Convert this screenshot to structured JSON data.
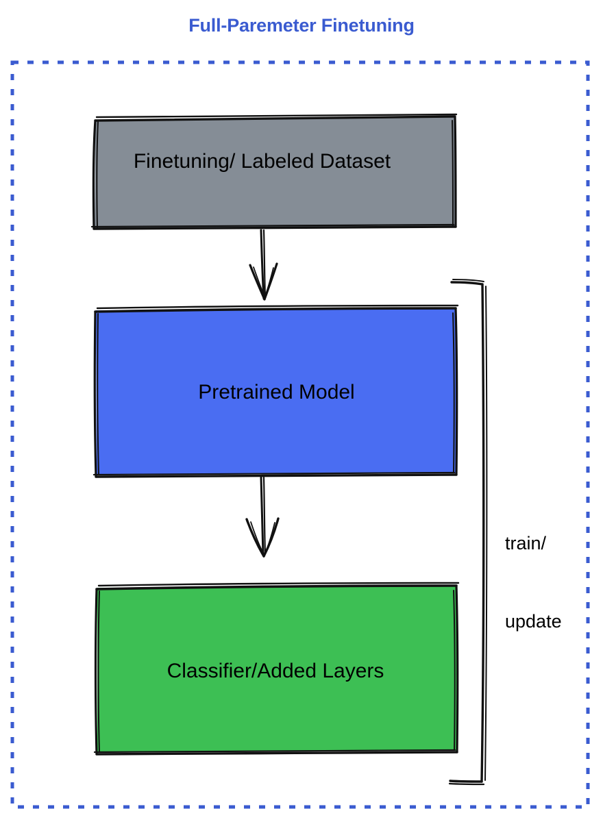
{
  "diagram": {
    "title": "Full-Paremeter Finetuning",
    "title_color": "#3a5bd0",
    "background": "#ffffff",
    "container": {
      "name": "dashed-container",
      "border_style": "dashed",
      "border_color": "#3a5bd0"
    },
    "nodes": [
      {
        "id": "dataset",
        "label": "Finetuning/ Labeled Dataset",
        "fill": "#858d96",
        "stroke": "#111111",
        "text_color": "#000000",
        "shape": "rectangle",
        "style": "hand-drawn"
      },
      {
        "id": "pretrained",
        "label": "Pretrained Model",
        "fill": "#4a6df2",
        "stroke": "#111111",
        "text_color": "#000000",
        "shape": "rectangle",
        "style": "hand-drawn"
      },
      {
        "id": "classifier",
        "label": "Classifier/Added Layers",
        "fill": "#3dbf54",
        "stroke": "#111111",
        "text_color": "#000000",
        "shape": "rectangle",
        "style": "hand-drawn"
      }
    ],
    "edges": [
      {
        "id": "dataset-to-pretrained",
        "from": "dataset",
        "to": "pretrained",
        "label": "",
        "arrow": "down",
        "stroke": "#111111"
      },
      {
        "id": "pretrained-to-classifier",
        "from": "pretrained",
        "to": "classifier",
        "label": "",
        "arrow": "down",
        "stroke": "#111111"
      },
      {
        "id": "feedback-loop",
        "from": "classifier",
        "to": "pretrained",
        "label_line1": "train/",
        "label_line2": "update",
        "arrow": "none",
        "stroke": "#111111"
      }
    ]
  }
}
